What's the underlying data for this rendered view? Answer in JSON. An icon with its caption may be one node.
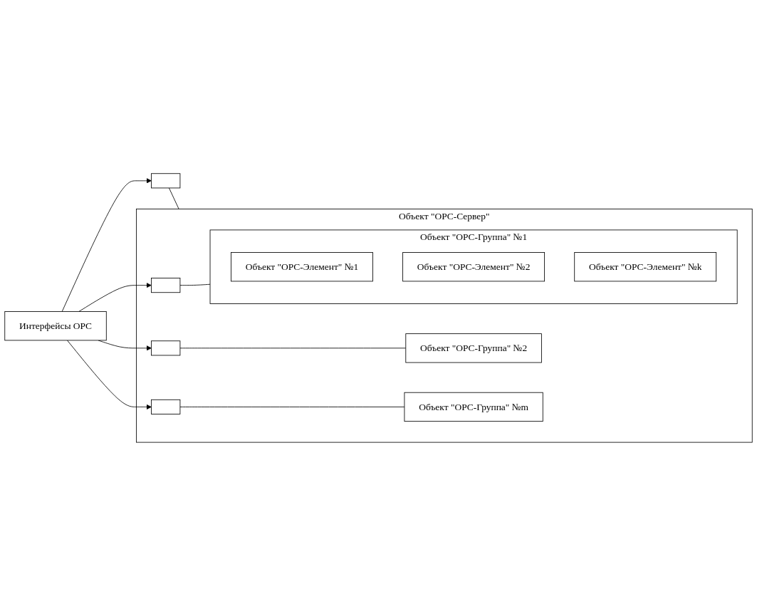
{
  "diagram": {
    "nodes": [
      {
        "text": [
          "Объект \"OPC-Сервер\""
        ]
      },
      {
        "text": [
          "Объект \"OPC-Группа\" №1"
        ],
        "in": 0
      },
      {
        "text": [
          "Объект \"OPC-Элемент\" №1"
        ],
        "in": 1
      },
      {
        "text": [
          "Объект \"OPC-Элемент\" №2"
        ],
        "in": 1
      },
      {
        "text": [
          "Объект \"OPC-Элемент\" №k"
        ],
        "in": 1
      },
      {
        "text": [
          "Объект \"OPC-Группа\" №2"
        ],
        "in": 0
      },
      {
        "text": [
          "Объект \"OPC-Группа\" №m"
        ],
        "in": 0
      },
      {
        "text": [
          "Интерфейсы OPC"
        ]
      },
      {
        "text": [],
        "shape": "box"
      },
      {
        "text": [],
        "shape": "box",
        "in": 0
      },
      {
        "text": [],
        "shape": "box",
        "in": 0
      },
      {
        "text": [],
        "shape": "box",
        "in": 0
      }
    ],
    "edges": [
      {
        "from": 7,
        "to": 8,
        "arrow": "to"
      },
      {
        "from": 7,
        "to": 9,
        "arrow": "to"
      },
      {
        "from": 7,
        "to": 10,
        "arrow": "to"
      },
      {
        "from": 7,
        "to": 11,
        "arrow": "to"
      },
      {
        "from": 8,
        "to": 0,
        "arrow": "none"
      },
      {
        "from": 9,
        "to": 1,
        "arrow": "none"
      },
      {
        "from": 10,
        "to": 5,
        "arrow": "none"
      },
      {
        "from": 11,
        "to": 6,
        "arrow": "none"
      }
    ]
  }
}
